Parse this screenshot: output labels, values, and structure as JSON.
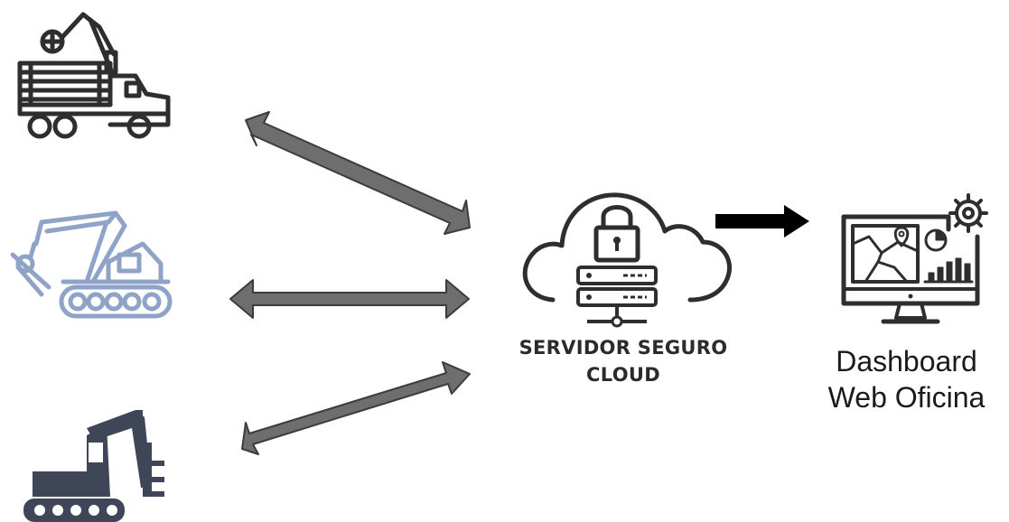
{
  "server": {
    "line1": "SERVIDOR SEGURO",
    "line2": "CLOUD"
  },
  "dashboard": {
    "line1": "Dashboard",
    "line2": "Web Oficina"
  },
  "icons": {
    "truck": "log-truck-icon",
    "harvester": "forestry-harvester-icon",
    "feller": "feller-buncher-icon",
    "cloud": "secure-cloud-server-icon",
    "monitor": "dashboard-monitor-icon"
  },
  "colors": {
    "arrow_fill": "#6e6e6e",
    "arrow_stroke": "#3c3c3c",
    "outline": "#2e2e2e",
    "harvester": "#8fa3c8",
    "feller": "#3f4657",
    "flow_arrow": "#000000"
  }
}
